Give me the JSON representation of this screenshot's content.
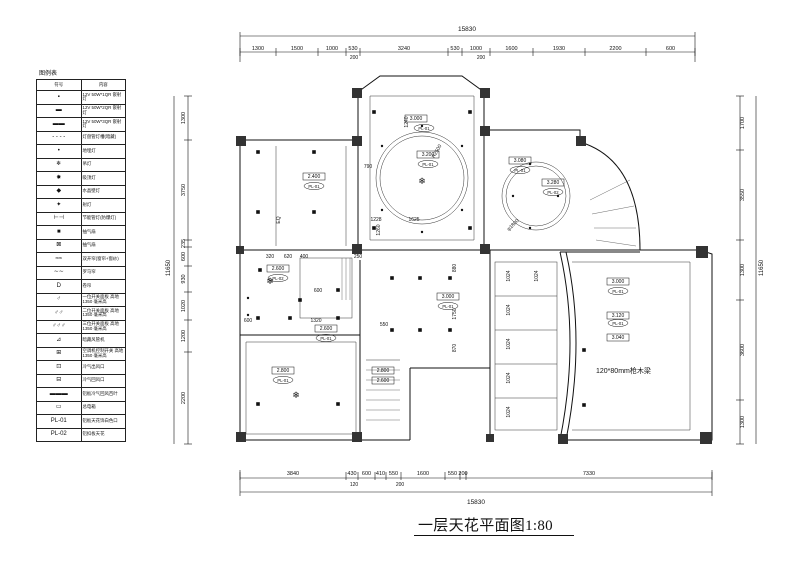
{
  "legend": {
    "title": "图例表",
    "head_symbol": "符号",
    "head_desc": "内容",
    "items": [
      {
        "icon": "small-square-downlight-icon",
        "desc": "12V 50W*1QR 嵌射灯"
      },
      {
        "icon": "double-square-downlight-icon",
        "desc": "12V 50W*2QR 嵌射灯"
      },
      {
        "icon": "triple-square-downlight-icon",
        "desc": "12V 50W*3QR 嵌射灯"
      },
      {
        "icon": "dashed-line-icon",
        "desc": "灯盘管灯槽(暗藏)"
      },
      {
        "icon": "dot-icon",
        "desc": "地埋灯"
      },
      {
        "icon": "snowflake-chandelier-icon",
        "desc": "吊灯"
      },
      {
        "icon": "ceiling-lamp-icon",
        "desc": "吸顶灯"
      },
      {
        "icon": "wall-lamp-icon",
        "desc": "水晶壁灯"
      },
      {
        "icon": "spotlight-icon",
        "desc": "射灯"
      },
      {
        "icon": "energy-tube-icon",
        "desc": "节能管灯(防爆灯)"
      },
      {
        "icon": "black-square-exhaust-icon",
        "desc": "抽气扇"
      },
      {
        "icon": "exhaust-fan-icon",
        "desc": "抽气扇"
      },
      {
        "icon": "wave-curtain-icon",
        "desc": "双开帘(窗帘+窗纱)"
      },
      {
        "icon": "single-curtain-icon",
        "desc": "罗马帘"
      },
      {
        "icon": "door-bell-icon",
        "desc": "卷帘"
      },
      {
        "icon": "single-switch-icon",
        "desc": "一位开关面板 高地 1350 毫米高"
      },
      {
        "icon": "double-switch-icon",
        "desc": "二位开关面板 高地 1350 毫米高"
      },
      {
        "icon": "triple-switch-icon",
        "desc": "三位开关面板 高地 1350 毫米高"
      },
      {
        "icon": "dimmer-icon",
        "desc": "暗藏风管机"
      },
      {
        "icon": "ac-switch-icon",
        "desc": "空调机控制开关 高地 1350 毫米高"
      },
      {
        "icon": "air-outlet-icon",
        "desc": "冷气出风口"
      },
      {
        "icon": "air-return-icon",
        "desc": "冷气回风口"
      },
      {
        "icon": "linear-vent-icon",
        "desc": "铝板冷气回风百叶"
      },
      {
        "icon": "distribution-box-icon",
        "desc": "总电箱"
      },
      {
        "icon": "pl01-tag-icon",
        "desc": "铝板天花饰白色口"
      },
      {
        "icon": "pl02-tag-icon",
        "desc": "铝扣板天花"
      }
    ]
  },
  "dims": {
    "total": "15830",
    "top": [
      "1300",
      "1500",
      "1000",
      "530",
      "3240",
      "530",
      "1000",
      "1600",
      "1930",
      "2200",
      "600"
    ],
    "top_sub": [
      "200",
      "200"
    ],
    "bottom": [
      "3840",
      "430",
      "600",
      "410",
      "550",
      "1600",
      "550",
      "200",
      "7330"
    ],
    "bottom_sub": [
      "120",
      "200"
    ],
    "left": [
      "1300",
      "3750",
      "235",
      "600",
      "930",
      "1020",
      "1200",
      "2200"
    ],
    "left_total": "11650",
    "right": [
      "1700",
      "3550",
      "1300",
      "3600",
      "1300"
    ],
    "right_total": "11650"
  },
  "labels": {
    "heights": [
      "3.000",
      "3.200",
      "3.080",
      "3.280",
      "2.400",
      "2.600",
      "2.600",
      "2.800",
      "2.800",
      "3.000",
      "3.000",
      "3.120",
      "3.040",
      "2.600"
    ],
    "tags": [
      "PL-01",
      "PL-01",
      "PL-01",
      "PL-02",
      "PL-01",
      "PL-02",
      "PL-01",
      "PL-01",
      "PL-01",
      "PL-01",
      "PL-01"
    ],
    "inner": [
      "1240",
      "790",
      "1228",
      "1625",
      "R2500",
      "1260",
      "φ1800",
      "880",
      "1750",
      "870",
      "1320",
      "600",
      "550",
      "600",
      "620",
      "1024",
      "1024",
      "1024",
      "1024",
      "1024",
      "1024",
      "400",
      "320",
      "250",
      "EQ"
    ],
    "beam": "120*80mm枪木梁"
  },
  "page_title": "一层天花平面图1:80"
}
